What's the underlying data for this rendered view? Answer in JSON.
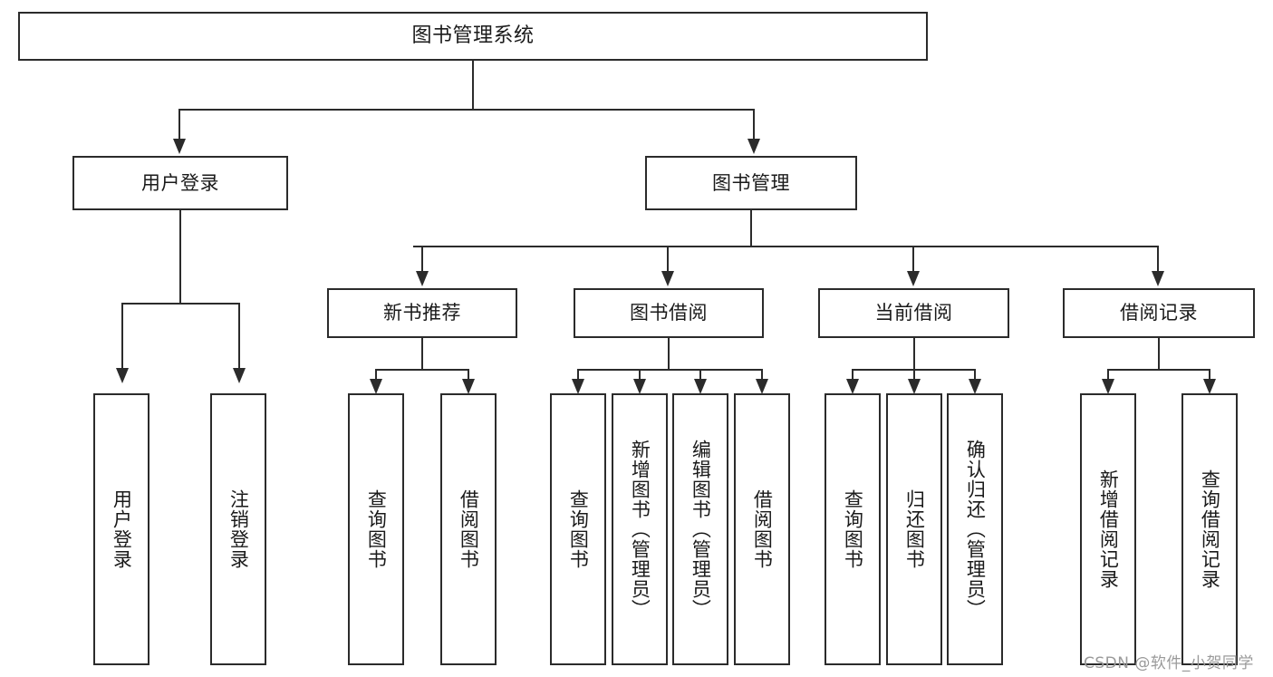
{
  "diagram": {
    "title": "图书管理系统",
    "root": {
      "label": "图书管理系统"
    },
    "level2": [
      {
        "label": "用户登录"
      },
      {
        "label": "图书管理"
      }
    ],
    "level3": [
      {
        "label": "新书推荐"
      },
      {
        "label": "图书借阅"
      },
      {
        "label": "当前借阅"
      },
      {
        "label": "借阅记录"
      }
    ],
    "leaves": {
      "user_login": [
        {
          "label": "用户登录"
        },
        {
          "label": "注销登录"
        }
      ],
      "new_book_recommend": [
        {
          "label": "查询图书"
        },
        {
          "label": "借阅图书"
        }
      ],
      "book_borrow": [
        {
          "label": "查询图书"
        },
        {
          "label": "新增图书（管理员）"
        },
        {
          "label": "编辑图书（管理员）"
        },
        {
          "label": "借阅图书"
        }
      ],
      "current_borrow": [
        {
          "label": "查询图书"
        },
        {
          "label": "归还图书"
        },
        {
          "label": "确认归还（管理员）"
        }
      ],
      "borrow_record": [
        {
          "label": "新增借阅记录"
        },
        {
          "label": "查询借阅记录"
        }
      ]
    }
  },
  "watermark": {
    "text": "CSDN @软件_小贺同学"
  },
  "colors": {
    "stroke": "#2b2b2b",
    "background": "#ffffff",
    "text": "#1a1a1a",
    "watermark": "#9a9a9a"
  }
}
